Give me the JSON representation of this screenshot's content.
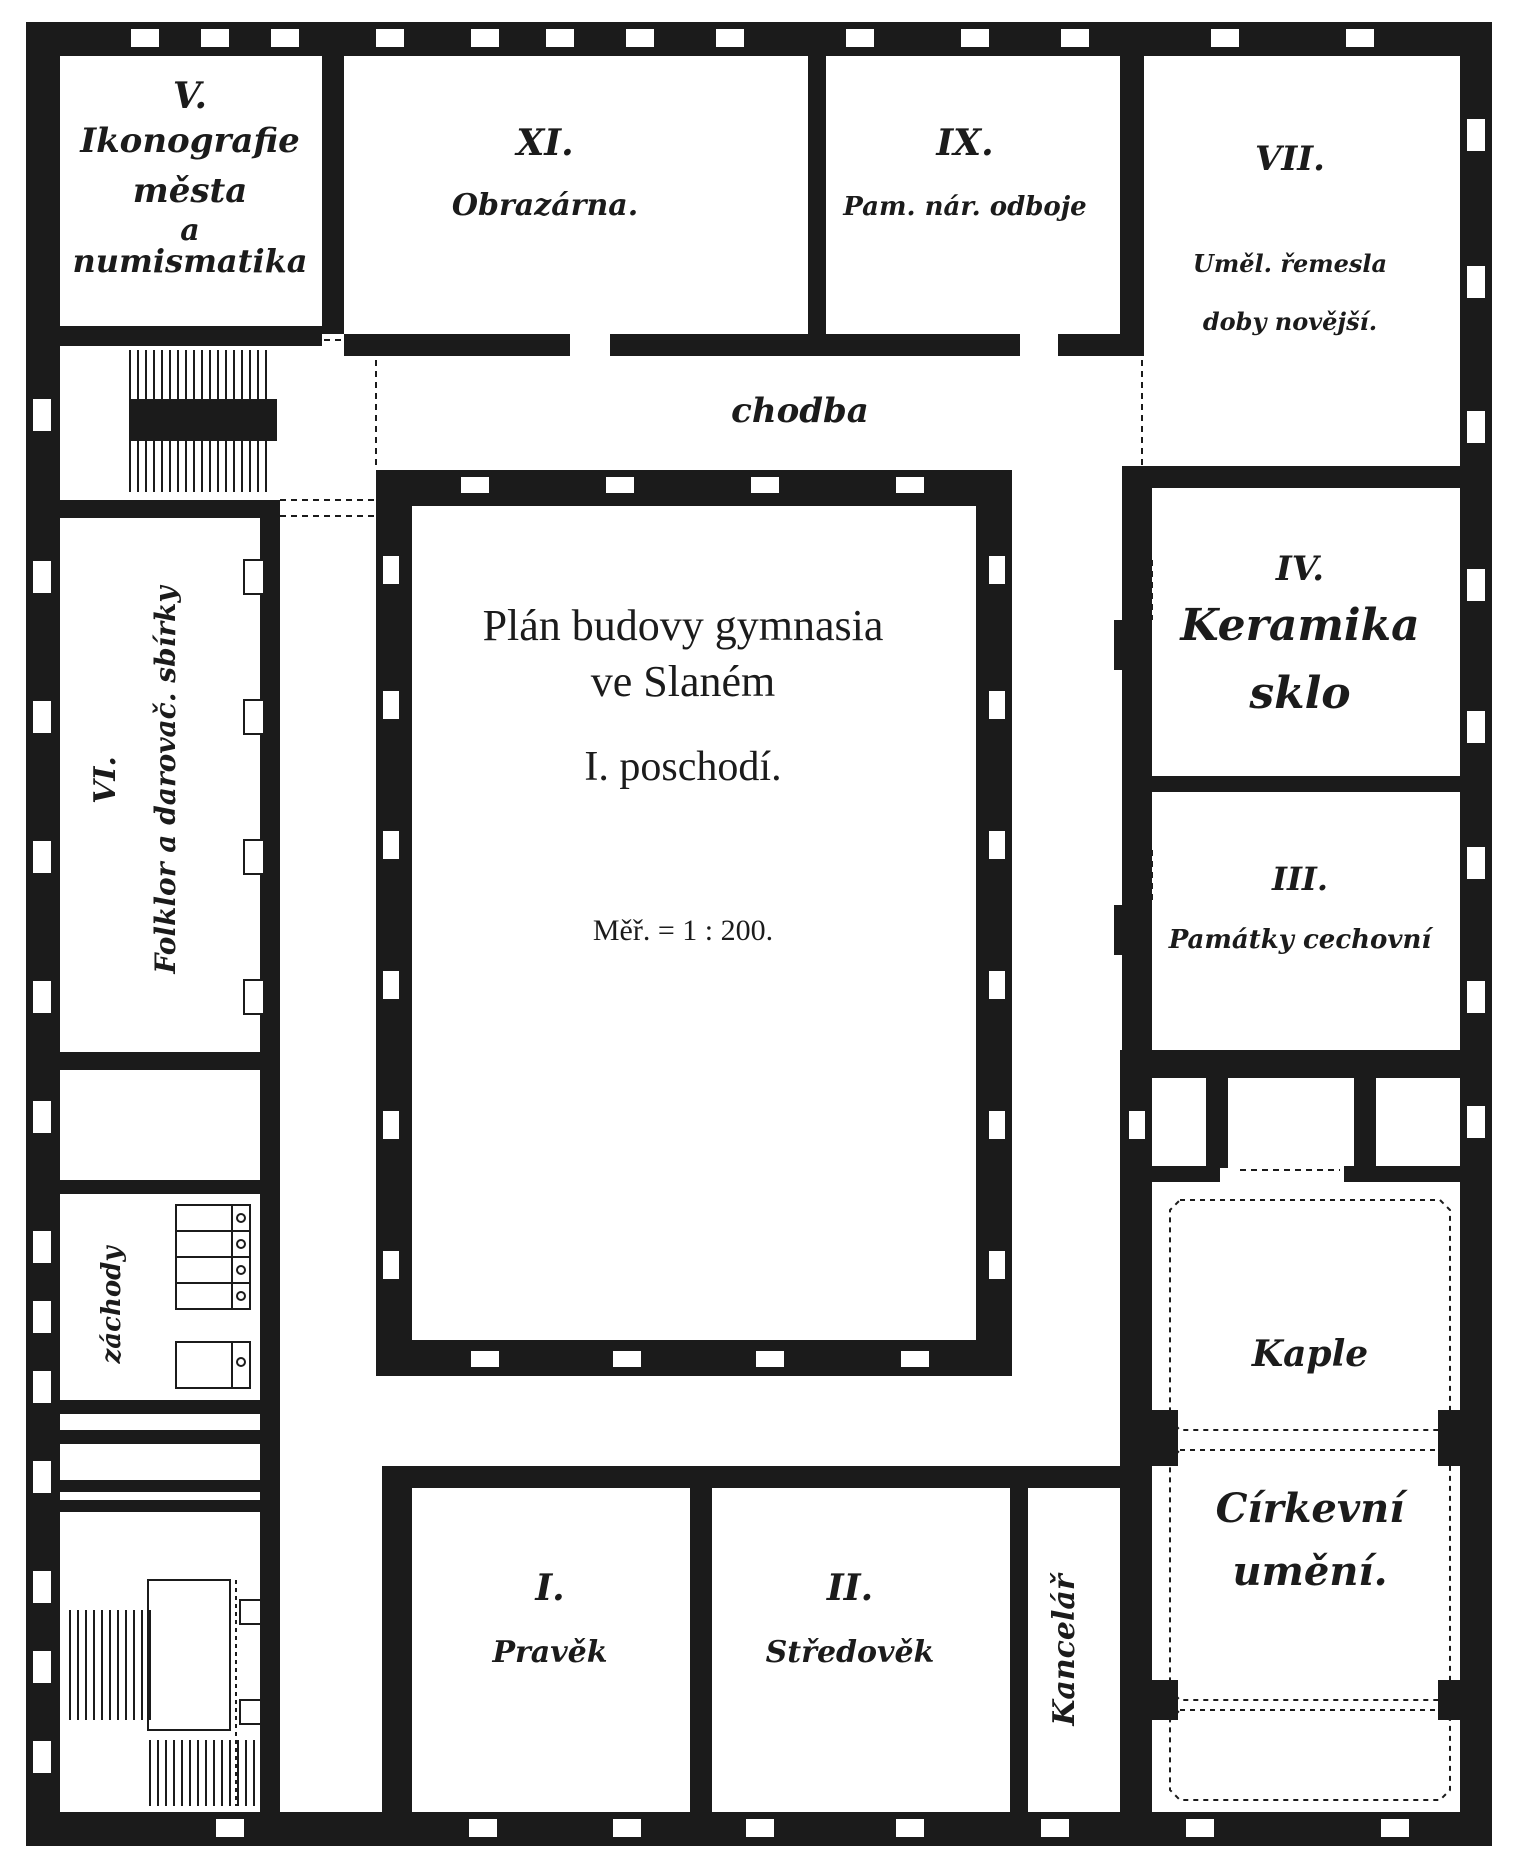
{
  "title": {
    "line1": "Plán budovy gymnasia",
    "line2": "ve Slaném",
    "floor": "I. poschodí.",
    "scale": "Měř. = 1 : 200."
  },
  "rooms": {
    "r5": {
      "number": "V.",
      "line1": "Ikonografie",
      "line2": "města",
      "line3": "a",
      "line4": "numismatika"
    },
    "r11": {
      "number": "XI.",
      "name": "Obrazárna."
    },
    "r9": {
      "number": "IX.",
      "name": "Pam. nár. odboje"
    },
    "r7": {
      "number": "VII.",
      "line1": "Uměl. řemesla",
      "line2": "doby novější."
    },
    "corridor": "chodba",
    "r4": {
      "number": "IV.",
      "line1": "Keramika",
      "line2": "sklo"
    },
    "r3": {
      "number": "III.",
      "name": "Památky cechovní"
    },
    "r6": {
      "number": "VI.",
      "name": "Folklor a darovač. sbírky"
    },
    "toilets": "záchody",
    "chapel": "Kaple",
    "church_art": {
      "line1": "Církevní",
      "line2": "umění."
    },
    "r1": {
      "number": "I.",
      "name": "Pravěk"
    },
    "r2": {
      "number": "II.",
      "name": "Středověk"
    },
    "office": "Kancelář"
  },
  "colors": {
    "wall": "#1b1b1b",
    "paper": "#ffffff"
  }
}
